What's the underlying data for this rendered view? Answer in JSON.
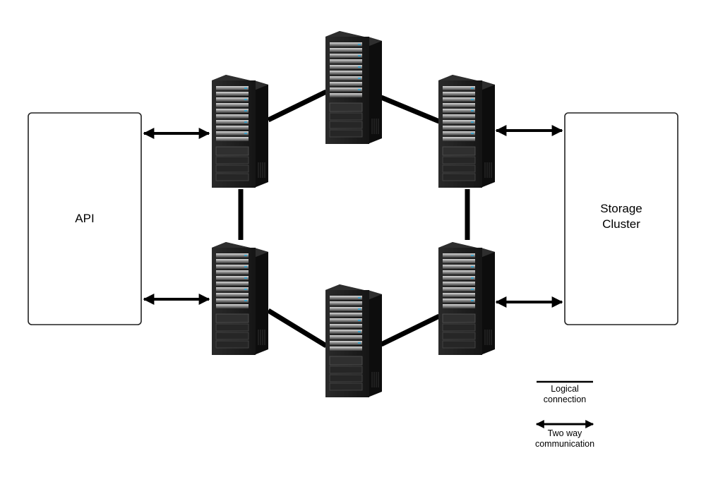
{
  "boxes": {
    "api": {
      "label": "API"
    },
    "storage": {
      "label_line1": "Storage",
      "label_line2": "Cluster"
    }
  },
  "servers": [
    {
      "name": "server-top-left"
    },
    {
      "name": "server-top-center"
    },
    {
      "name": "server-top-right"
    },
    {
      "name": "server-bottom-left"
    },
    {
      "name": "server-bottom-center"
    },
    {
      "name": "server-bottom-right"
    }
  ],
  "legend": {
    "logical_line1": "Logical",
    "logical_line2": "connection",
    "two_way_line1": "Two way",
    "two_way_line2": "communication"
  },
  "colors": {
    "line": "#000000",
    "server_body": "#1e1e1e",
    "server_side": "#111111",
    "server_accent": "#3aa0c8",
    "box_border": "#222222"
  }
}
